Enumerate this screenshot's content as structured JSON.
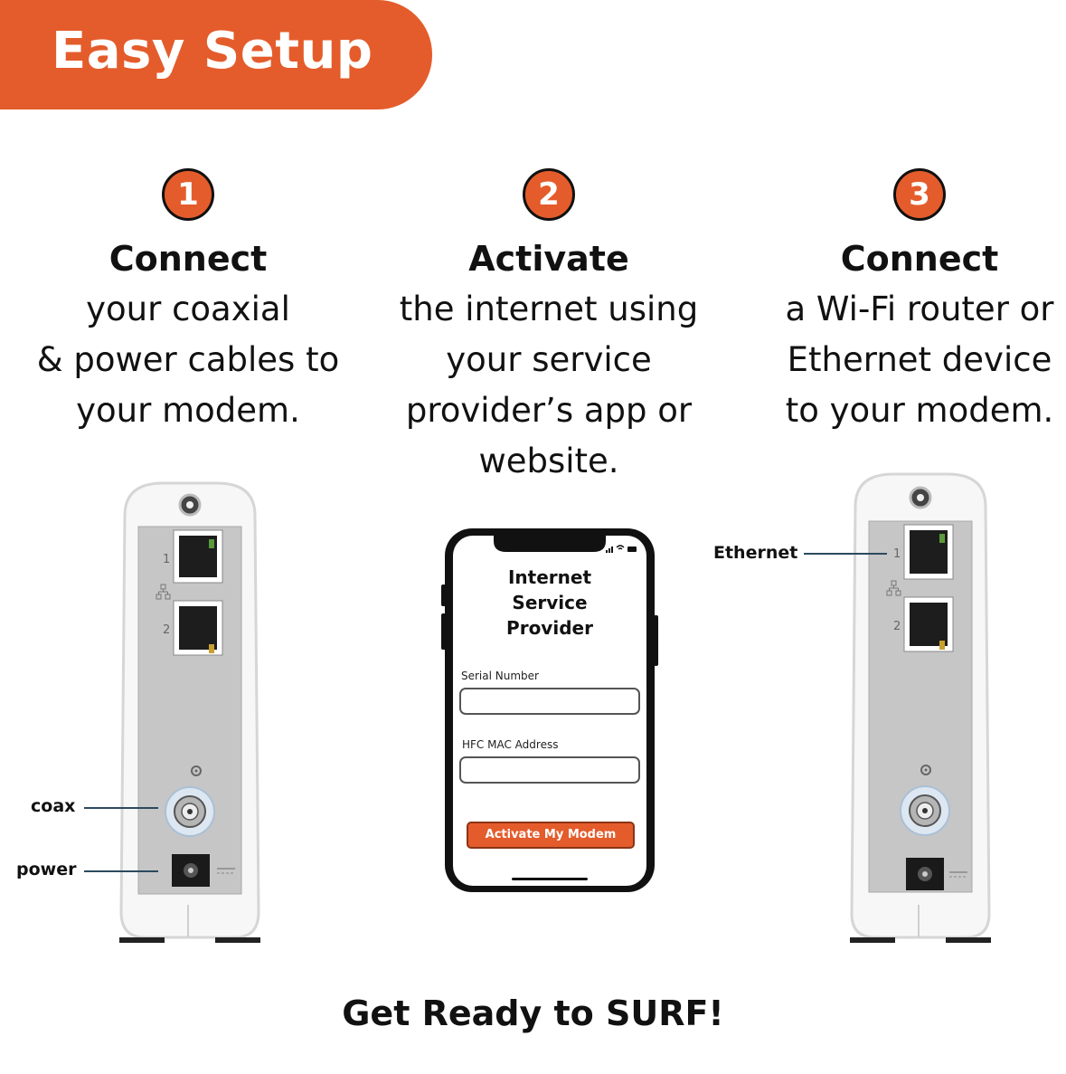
{
  "banner": {
    "title": "Easy Setup"
  },
  "steps": [
    {
      "number": "1",
      "title": "Connect",
      "lines": [
        "your coaxial",
        "& power cables to",
        "your modem."
      ]
    },
    {
      "number": "2",
      "title": "Activate",
      "lines": [
        "the internet using",
        "your service",
        "provider’s app or",
        "website."
      ]
    },
    {
      "number": "3",
      "title": "Connect",
      "lines": [
        "a Wi-Fi router or",
        "Ethernet device",
        "to your modem."
      ]
    }
  ],
  "modem_labels": {
    "coax": "coax",
    "power": "power",
    "ethernet": "Ethernet"
  },
  "modem_ports": {
    "port1": "1",
    "port2": "2"
  },
  "phone": {
    "title_lines": [
      "Internet",
      "Service",
      "Provider"
    ],
    "serial_label": "Serial Number",
    "mac_label": "HFC MAC Address",
    "button_label": "Activate My Modem"
  },
  "footer": "Get Ready to SURF!",
  "colors": {
    "accent": "#e45c2b",
    "leader": "#2c4a5e"
  }
}
